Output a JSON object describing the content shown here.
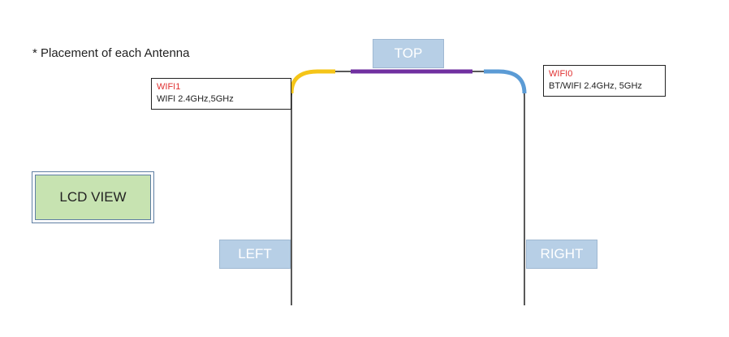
{
  "title": "* Placement of each Antenna",
  "positions": {
    "top": "TOP",
    "left": "LEFT",
    "right": "RIGHT"
  },
  "antennas": {
    "wifi1": {
      "name": "WIFI1",
      "desc": "WIFI 2.4GHz,5GHz",
      "color": "#f5c518"
    },
    "wifi0": {
      "name": "WIFI0",
      "desc": "BT/WIFI 2.4GHz,  5GHz",
      "color": "#5b9bd5"
    },
    "top_antenna": {
      "color": "#7030a0"
    }
  },
  "lcd": {
    "label": "LCD VIEW",
    "fill": "#c7e3b1"
  },
  "colors": {
    "position_label_fill": "#b7cfe6",
    "antenna_name_text": "#e03030",
    "device_outline": "#222222"
  }
}
